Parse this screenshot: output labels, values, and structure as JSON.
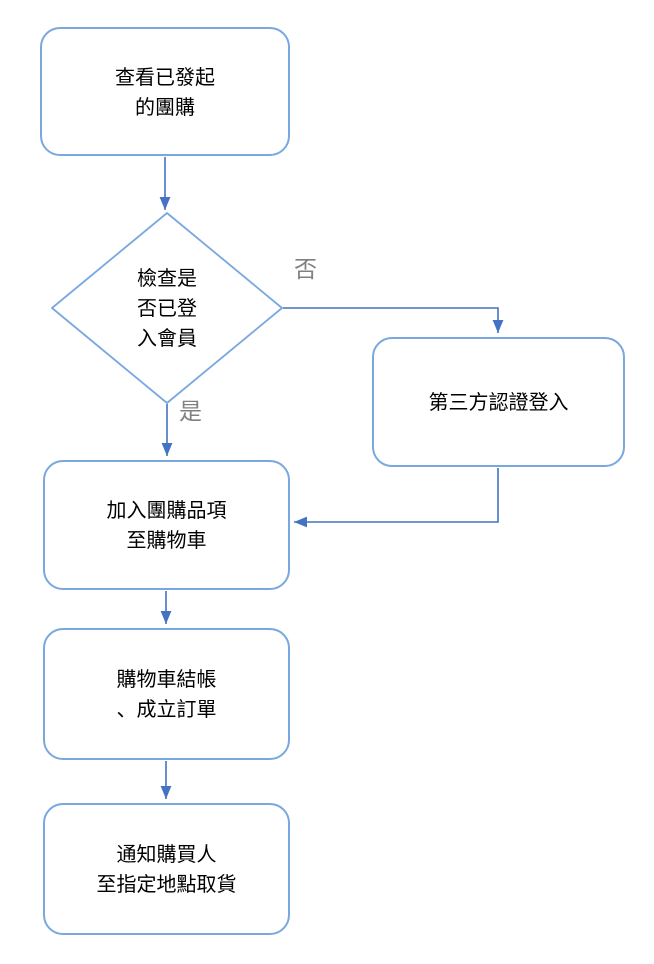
{
  "diagram": {
    "type": "flowchart",
    "colors": {
      "background": "#ffffff",
      "node_border": "#79a7df",
      "node_fill": "#ffffff",
      "connector": "#4472c4",
      "edge_label": "#808080",
      "text": "#000000"
    },
    "nodes": {
      "start": {
        "shape": "rounded-rect",
        "text": "查看已發起\n的團購"
      },
      "decision": {
        "shape": "diamond",
        "text": "檢查是\n否已登\n入會員"
      },
      "third_party_login": {
        "shape": "rounded-rect",
        "text": "第三方認證登入"
      },
      "add_to_cart": {
        "shape": "rounded-rect",
        "text": "加入團購品項\n至購物車"
      },
      "checkout": {
        "shape": "rounded-rect",
        "text": "購物車結帳\n、成立訂單"
      },
      "notify_pickup": {
        "shape": "rounded-rect",
        "text": "通知購買人\n至指定地點取貨"
      }
    },
    "edge_labels": {
      "no": "否",
      "yes": "是"
    },
    "edges": [
      {
        "from": "start",
        "to": "decision"
      },
      {
        "from": "decision",
        "to": "third_party_login",
        "label": "no"
      },
      {
        "from": "decision",
        "to": "add_to_cart",
        "label": "yes"
      },
      {
        "from": "third_party_login",
        "to": "add_to_cart"
      },
      {
        "from": "add_to_cart",
        "to": "checkout"
      },
      {
        "from": "checkout",
        "to": "notify_pickup"
      }
    ]
  }
}
